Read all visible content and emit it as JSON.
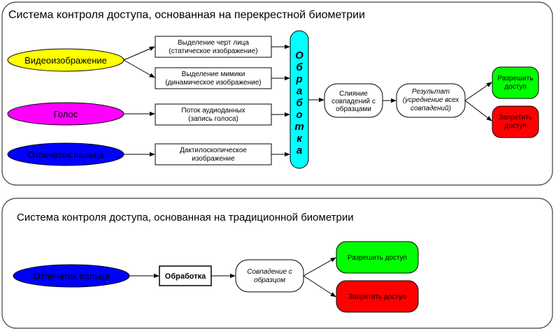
{
  "top_panel": {
    "title": "Система контроля доступа, основанная на перекрестной биометрии",
    "inputs": {
      "video": "Видеоизображение",
      "voice": "Голос",
      "fingerprint": "Отпечаток пальца"
    },
    "features": {
      "face_line1": "Выделение черт лица",
      "face_line2": "(статическое изображение)",
      "mimic_line1": "Выделение мимики",
      "mimic_line2": "(динамическое изображение)",
      "audio_line1": "Поток аудиоданных",
      "audio_line2": "(запись голоса)",
      "dacty_line1": "Дактилоскопическое",
      "dacty_line2": "изображение"
    },
    "processing_letters": [
      "О",
      "б",
      "р",
      "а",
      "б",
      "о",
      "т",
      "к",
      "а"
    ],
    "merge": {
      "line1": "Слияние",
      "line2": "совпадений с",
      "line3": "образцами"
    },
    "result": {
      "line1": "Результат",
      "line2": "(усреднение всех",
      "line3": "совпадений)"
    },
    "allow": {
      "line1": "Разрешить",
      "line2": "доступ"
    },
    "deny": {
      "line1": "Запретить",
      "line2": "доступ"
    }
  },
  "bottom_panel": {
    "title": "Система контроля доступа, основанная на традиционной биометрии",
    "input": "Отпечаток пальца",
    "processing": "Обработка",
    "match": {
      "line1": "Совпадение с",
      "line2": "образцом"
    },
    "allow": "Разрешить доступ",
    "deny": "Запретить доступ"
  },
  "colors": {
    "video": "#ffff00",
    "voice": "#ff00ff",
    "fingerprint": "#0000ff",
    "processing": "#00ffff",
    "allow": "#00ff00",
    "deny": "#ff0000",
    "outline": "#000000",
    "panel_border": "#404040"
  }
}
